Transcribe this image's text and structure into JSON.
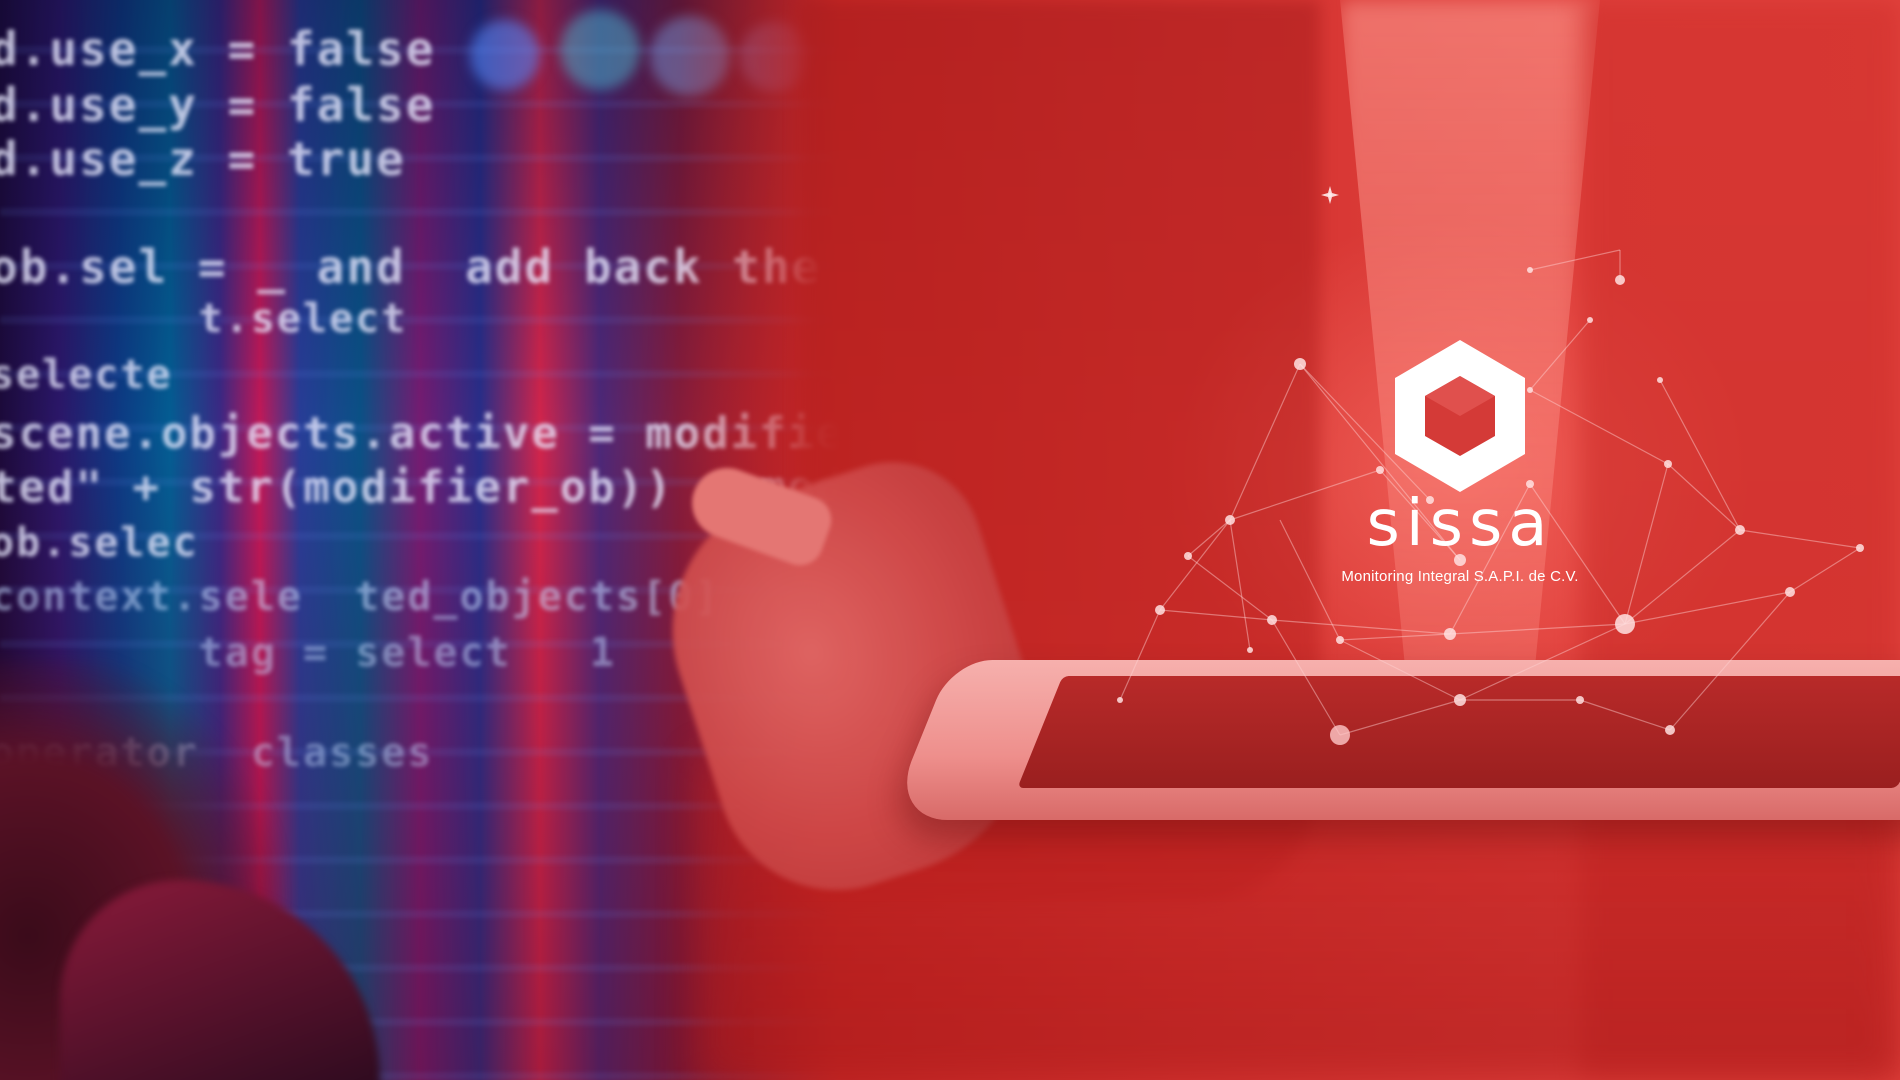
{
  "brand": {
    "name": "sissa",
    "tagline": "Monitoring Integral S.A.P.I. de C.V.",
    "logo_icon": "hexagon-cube-icon",
    "text_color": "#ffffff"
  },
  "background": {
    "accent_red": "#d43330",
    "code_lines": [
      "d.use_x = false",
      "d.use_y = false",
      "d.use_z = true",
      "ob.sel = _ and  add back the deselected mirror",
      "        t.select",
      "selecte",
      "scene.objects.active = modifier_ob",
      "ted\" + str(modifier_ob)) + modifier ob is",
      "ob.selec",
      "context.sele  ted_objects[0]",
      "        tag = select   1",
      "operator  classes"
    ]
  }
}
